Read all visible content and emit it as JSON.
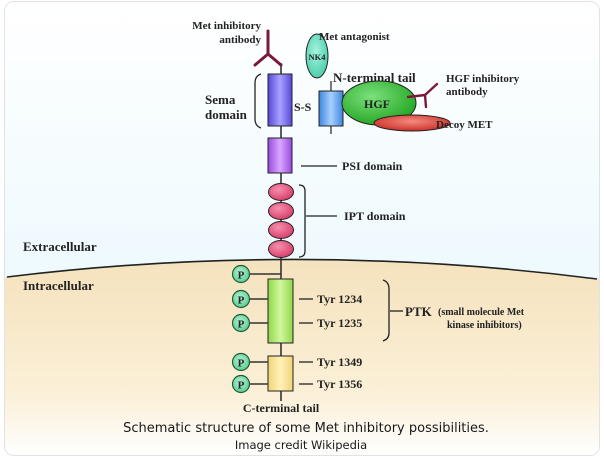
{
  "regions": {
    "extracellular": "Extracellular",
    "intracellular": "Intracellular"
  },
  "domains": {
    "sema": [
      "Sema",
      "domain"
    ],
    "ss_bond": "S-S",
    "psi": "PSI domain",
    "ipt": "IPT domain",
    "n_terminal": "N-terminal tail",
    "c_terminal": "C-terminal tail",
    "ptk_bold": "PTK",
    "ptk_note": [
      "(small molecule Met",
      "kinase inhibitors)"
    ]
  },
  "inhibitors": {
    "met_antibody": [
      "Met inhibitory",
      "antibody"
    ],
    "met_antagonist": "Met antagonist",
    "nk4": "NK4",
    "hgf": "HGF",
    "hgf_antibody": [
      "HGF inhibitory",
      "antibody"
    ],
    "decoy_met": "Decoy MET"
  },
  "phospho": {
    "symbol": "P",
    "tyrosines": [
      "Tyr 1234",
      "Tyr 1235",
      "Tyr 1349",
      "Tyr 1356"
    ]
  },
  "caption": {
    "title": "Schematic structure of some Met inhibitory possibilities.",
    "credit": "Image credit Wikipedia"
  },
  "colors": {
    "extracellular_bg": "#eaf7fd",
    "intracellular_bg": "#f6e6c4",
    "sema": "#6a5ee8",
    "psi": "#a65ee8",
    "ipt": "#e0507a",
    "n_terminal": "#5b9be8",
    "hgf": "#2fb52f",
    "decoy": "#d8403a",
    "nk4": "#58d8b8",
    "kinase": "#9ee05a",
    "ctail": "#f3dd88",
    "phospho": "#66d6a0",
    "antibody": "#7a1a3a"
  }
}
